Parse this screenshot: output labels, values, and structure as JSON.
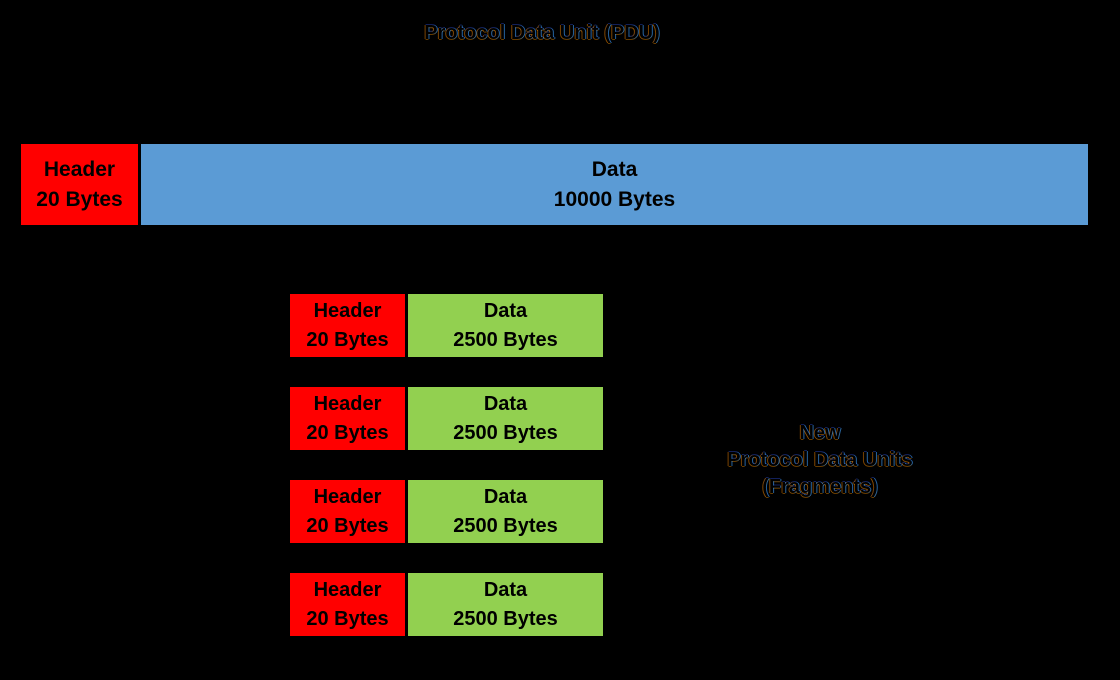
{
  "title": "Protocol Data Unit (PDU)",
  "colors": {
    "background": "#000000",
    "header_red": "#FF0000",
    "pdu_data_blue": "#5B9BD5",
    "fragment_data_green": "#92D050",
    "box_text": "#000000"
  },
  "pdu": {
    "header": {
      "line1": "Header",
      "line2": "20 Bytes"
    },
    "data": {
      "line1": "Data",
      "line2": "10000 Bytes"
    }
  },
  "fragments": [
    {
      "header": {
        "line1": "Header",
        "line2": "20 Bytes"
      },
      "data": {
        "line1": "Data",
        "line2": "2500 Bytes"
      }
    },
    {
      "header": {
        "line1": "Header",
        "line2": "20 Bytes"
      },
      "data": {
        "line1": "Data",
        "line2": "2500 Bytes"
      }
    },
    {
      "header": {
        "line1": "Header",
        "line2": "20 Bytes"
      },
      "data": {
        "line1": "Data",
        "line2": "2500 Bytes"
      }
    },
    {
      "header": {
        "line1": "Header",
        "line2": "20 Bytes"
      },
      "data": {
        "line1": "Data",
        "line2": "2500 Bytes"
      }
    }
  ],
  "annotation": {
    "line1": "New",
    "line2": "Protocol Data Units",
    "line3": "(Fragments)"
  }
}
